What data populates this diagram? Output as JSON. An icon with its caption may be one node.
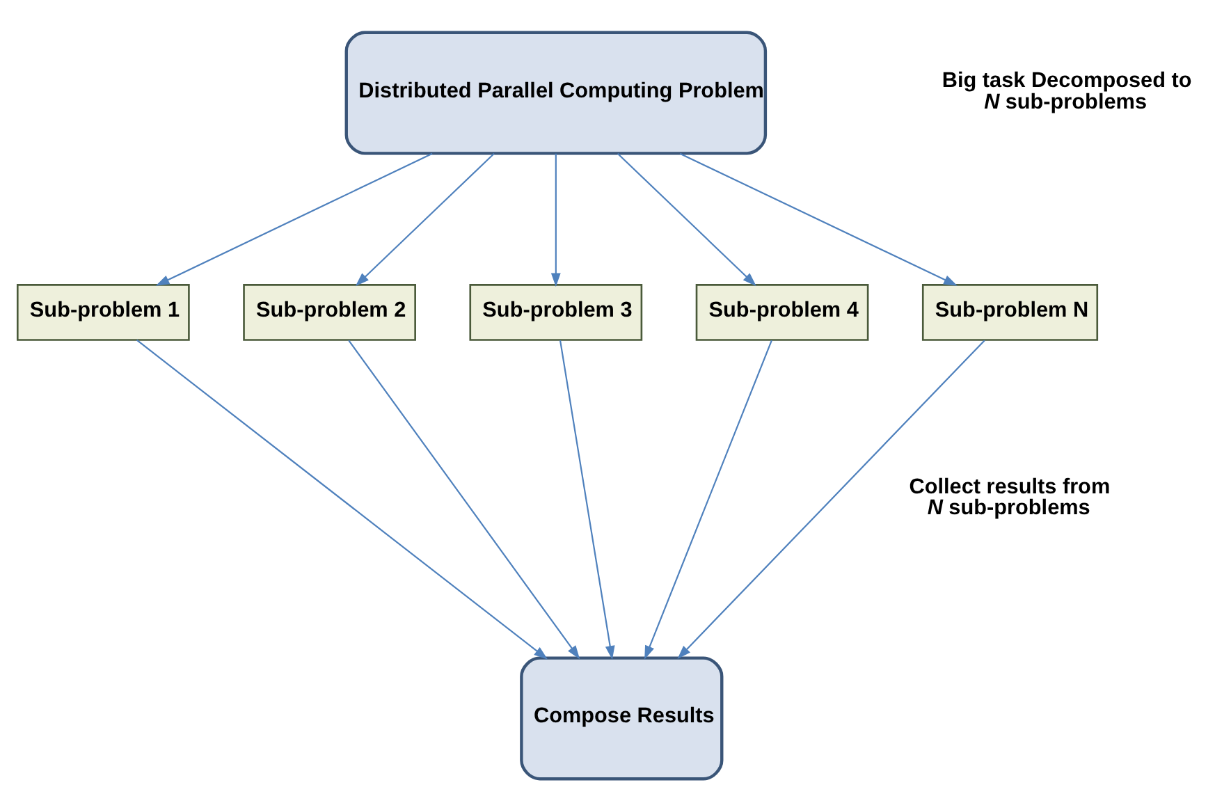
{
  "diagram": {
    "nodes": [
      {
        "text": [
          "Distributed Parallel Computing Problem"
        ]
      },
      {
        "text": [
          "Sub-problem 1"
        ]
      },
      {
        "text": [
          "Sub-problem 2"
        ]
      },
      {
        "text": [
          "Sub-problem 3"
        ]
      },
      {
        "text": [
          "Sub-problem 4"
        ]
      },
      {
        "text": [
          "Sub-problem N"
        ]
      },
      {
        "text": [
          "Compose Results"
        ]
      }
    ],
    "edges": [
      {
        "from": 0,
        "to": 1,
        "arrow": "to"
      },
      {
        "from": 0,
        "to": 2,
        "arrow": "to"
      },
      {
        "from": 0,
        "to": 3,
        "arrow": "to"
      },
      {
        "from": 0,
        "to": 4,
        "arrow": "to"
      },
      {
        "from": 0,
        "to": 5,
        "arrow": "to"
      },
      {
        "from": 1,
        "to": 6,
        "arrow": "to"
      },
      {
        "from": 2,
        "to": 6,
        "arrow": "to"
      },
      {
        "from": 3,
        "to": 6,
        "arrow": "to"
      },
      {
        "from": 4,
        "to": 6,
        "arrow": "to"
      },
      {
        "from": 5,
        "to": 6,
        "arrow": "to"
      }
    ],
    "labels": [
      "Big task Decomposed to *N* sub-problems",
      "Collect results from *N* sub-problems"
    ]
  }
}
